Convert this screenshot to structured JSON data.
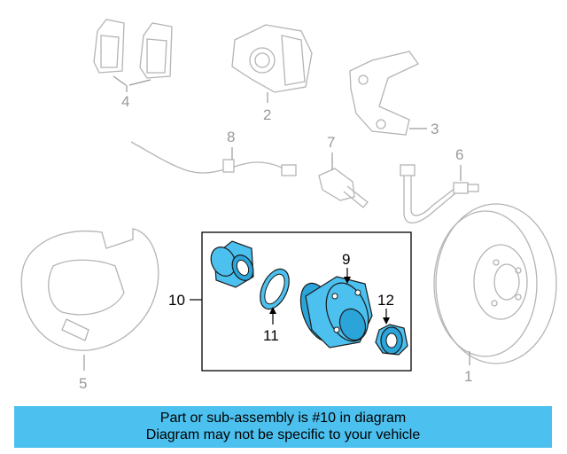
{
  "callouts": {
    "c1": "1",
    "c2": "2",
    "c3": "3",
    "c4": "4",
    "c5": "5",
    "c6": "6",
    "c7": "7",
    "c8": "8",
    "c9": "9",
    "c10": "10",
    "c11": "11",
    "c12": "12"
  },
  "banner": {
    "line1": "Part or sub-assembly is #10 in diagram",
    "line2": "Diagram may not be specific to your vehicle",
    "background": "#4cc0ee"
  },
  "colors": {
    "highlight": "#4cc0ee",
    "outline_gray": "#b4b4b4"
  }
}
